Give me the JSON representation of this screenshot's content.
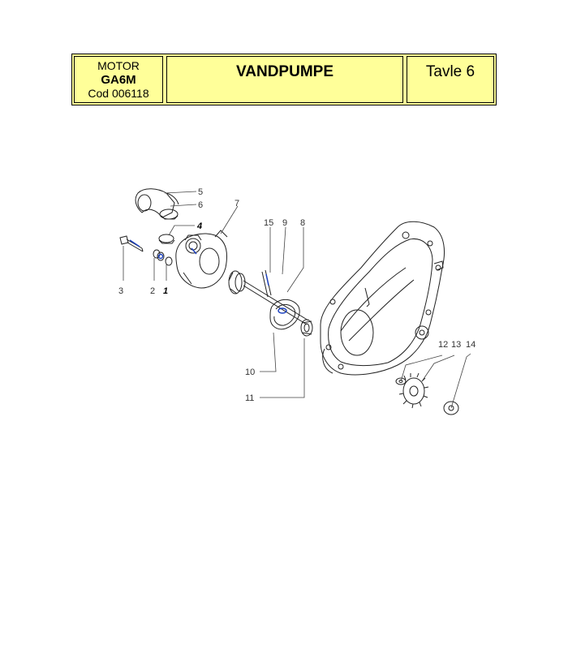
{
  "header": {
    "motor_label": "MOTOR",
    "model": "GA6M",
    "code": "Cod 006118",
    "title": "VANDPUMPE",
    "plate": "Tavle 6"
  },
  "diagram": {
    "callouts": {
      "c1": "1",
      "c2": "2",
      "c3": "3",
      "c4": "4",
      "c5": "5",
      "c6": "6",
      "c7": "7",
      "c8": "8",
      "c9": "9",
      "c10": "10",
      "c11": "11",
      "c12": "12",
      "c13": "13",
      "c14": "14",
      "c15": "15"
    },
    "colors": {
      "line": "#222222",
      "highlight": "#1a3fbf",
      "header_bg": "#ffff99"
    }
  }
}
